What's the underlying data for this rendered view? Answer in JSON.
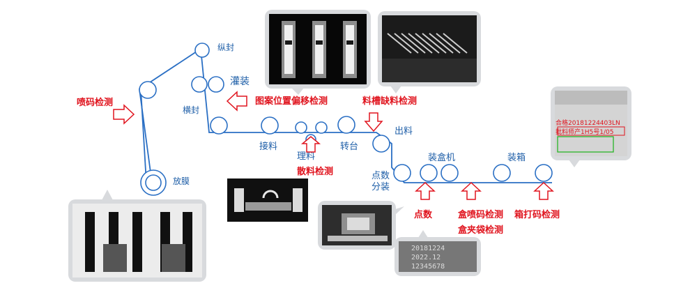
{
  "stages": {
    "seal_longitudinal": "纵封",
    "filling": "灌装",
    "seal_transverse": "横封",
    "unwind_film": "放膜",
    "receive": "接料",
    "arrange": "理料",
    "turntable": "转台",
    "discharge": "出料",
    "count_pack_1": "点数",
    "count_pack_2": "分装",
    "boxing_machine": "装盒机",
    "case_packing": "装箱"
  },
  "inspections": {
    "inkjet_code": "喷码检测",
    "pattern_offset": "图案位置偏移检测",
    "trough_missing": "料槽缺料检测",
    "scattered": "散料检测",
    "count": "点数",
    "box_inkjet": "盒喷码检测",
    "box_clip_bag": "盒夹袋检测",
    "case_code": "箱打码检测"
  },
  "case_label": {
    "line1": "合格20181224403LN",
    "line2": "批料师产1H5号1/05"
  },
  "ocr_text": {
    "line1": "20181224",
    "line2": "2022.12",
    "line3": "12345678"
  },
  "colors": {
    "belt": "#2a6fc4",
    "stage_text": "#1f5fa8",
    "check_text": "#e0141e",
    "bubble": "#d8dadd"
  }
}
